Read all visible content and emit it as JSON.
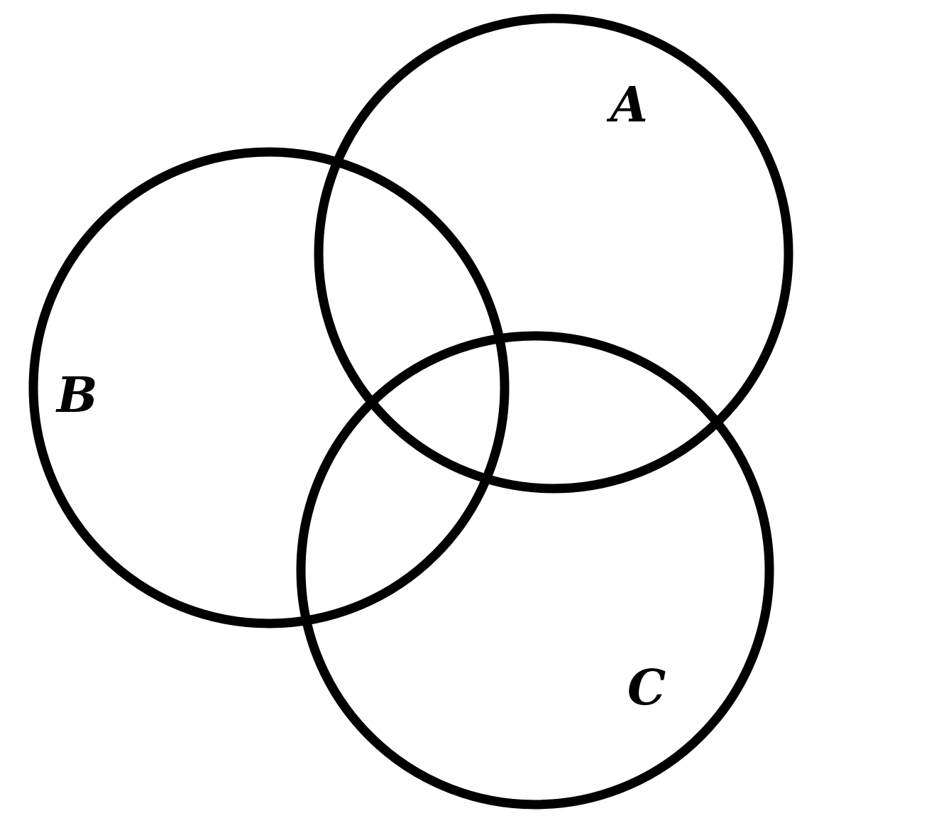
{
  "diagram": {
    "type": "venn",
    "stroke_color": "#000000",
    "label_color": "#000000",
    "background_color": "#ffffff",
    "sets": [
      {
        "id": "a",
        "label": "A"
      },
      {
        "id": "b",
        "label": "B"
      },
      {
        "id": "c",
        "label": "C"
      }
    ]
  }
}
